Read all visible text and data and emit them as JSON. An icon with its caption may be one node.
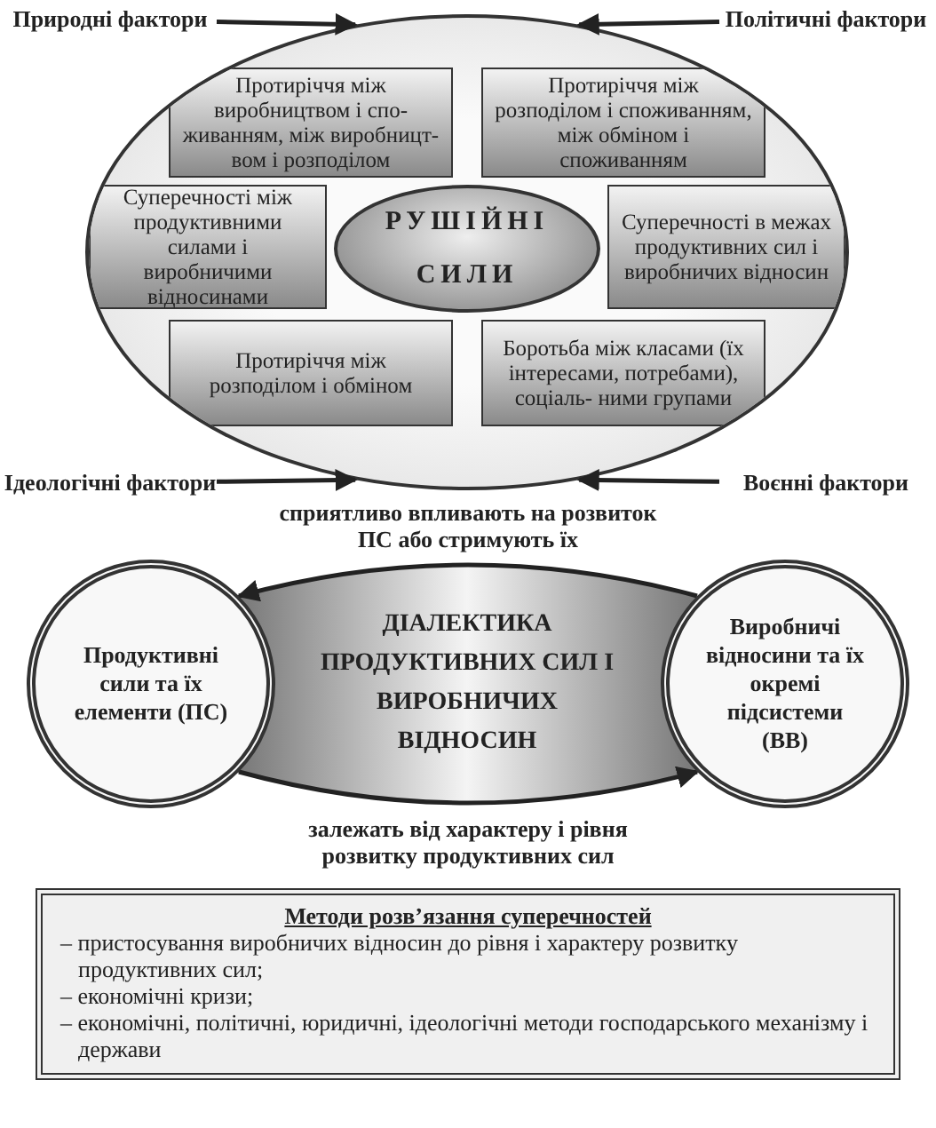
{
  "diagram": {
    "nodes": [
      {
        "text": [
          "Природні фактори"
        ]
      },
      {
        "text": [
          "Політичні фактори"
        ]
      },
      {
        "text": [],
        "shape": "ellipse"
      },
      {
        "text": [
          "Протиріччя між виробництвом і спо- живанням, між виробницт- вом і розподілом"
        ],
        "in": 2
      },
      {
        "text": [
          "Протиріччя між розподілом і споживанням, між обміном і споживанням"
        ],
        "in": 2
      },
      {
        "text": [
          "Суперечності між продуктивними силами і виробничими відносинами"
        ],
        "in": 2
      },
      {
        "text": [
          "РУШІЙНІ СИЛИ"
        ],
        "in": 2
      },
      {
        "text": [
          "Суперечності в межах продуктивних сил і виробничих відносин"
        ],
        "in": 2
      },
      {
        "text": [
          "Протиріччя між розподілом і обміном"
        ],
        "in": 2
      },
      {
        "text": [
          "Боротьба між класами (їх інтересами, потребами), соціаль- ними групами"
        ],
        "in": 2
      },
      {
        "text": [
          "Ідеологічні фактори"
        ]
      },
      {
        "text": [
          "Воєнні фактори"
        ]
      },
      {
        "text": [
          "Продуктивні сили та їх елементи (ПС)"
        ]
      },
      {
        "text": [
          "ДІАЛЕКТИКА ПРОДУКТИВНИХ СИЛ І ВИРОБНИЧИХ ВІДНОСИН"
        ]
      },
      {
        "text": [
          "Виробничі відносини та їх окремі підсистеми (ВВ)"
        ]
      },
      {
        "text": [
          "Методи розв’язання суперечностей",
          "– пристосування виробничих відносин до рівня і характеру розвитку продуктивних сил;",
          "– економічні кризи;",
          "– економічні, політичні, юридичні, ідеологічні методи господарського механізму і держави"
        ]
      }
    ],
    "edges": [
      {
        "from": 0,
        "to": 2,
        "arrow": "to"
      },
      {
        "from": 1,
        "to": 2,
        "arrow": "to"
      },
      {
        "from": 10,
        "to": 2,
        "arrow": "to"
      },
      {
        "from": 11,
        "to": 2,
        "arrow": "to"
      },
      {
        "from": 14,
        "to": 12,
        "arrow": "to",
        "label": "сприятливо впливають на розвиток ПС або стримують їх"
      },
      {
        "from": 12,
        "to": 14,
        "arrow": "to",
        "label": "залежать від характеру і рівня розвитку продуктивних сил"
      }
    ]
  }
}
